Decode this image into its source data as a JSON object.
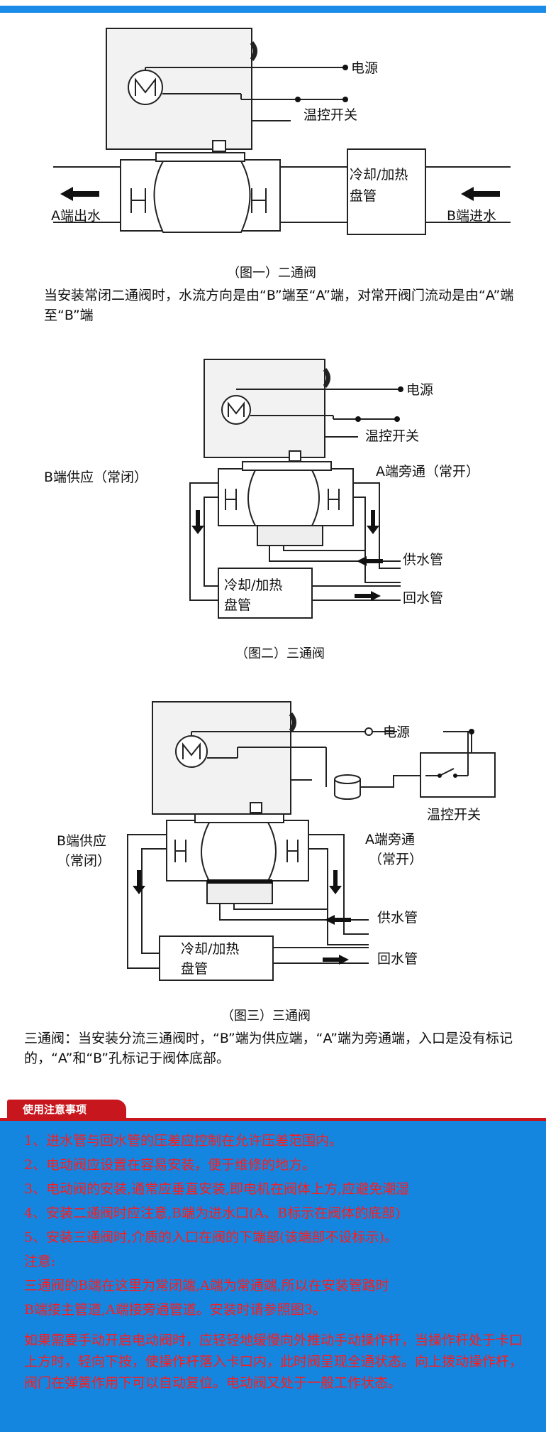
{
  "fig1": {
    "label_power": "电源",
    "label_thermostat": "温控开关",
    "label_coil_line1": "冷却/加热",
    "label_coil_line2": "盘管",
    "label_a_out": "A端出水",
    "label_b_in": "B端进水",
    "caption": "（图一）二通阀",
    "description": "当安装常闭二通阀时，水流方向是由“B”端至“A”端，对常开阀门流动是由“A”端至“B”端"
  },
  "fig2": {
    "label_power": "电源",
    "label_thermostat": "温控开关",
    "label_b_supply": "B端供应（常闭）",
    "label_a_bypass": "A端旁通（常开）",
    "label_supply_pipe": "供水管",
    "label_return_pipe": "回水管",
    "label_coil_line1": "冷却/加热",
    "label_coil_line2": "盘管",
    "caption": "（图二）三通阀"
  },
  "fig3": {
    "label_power": "电源",
    "label_thermostat": "温控开关",
    "label_b_supply_line1": "B端供应",
    "label_b_supply_line2": "（常闭）",
    "label_a_bypass_line1": "A端旁通",
    "label_a_bypass_line2": "（常开）",
    "label_supply_pipe": "供水管",
    "label_return_pipe": "回水管",
    "label_coil_line1": "冷却/加热",
    "label_coil_line2": "盘管",
    "caption": "（图三）三通阀",
    "description": "三通阀：当安装分流三通阀时，“B”端为供应端，“A”端为旁通端，入口是没有标记的，“A”和“B”孔标记于阀体底部。"
  },
  "notice": {
    "title": "使用注意事项",
    "items": [
      "1、进水管与回水管的压差应控制在允许压差范围内。",
      "2、电动阀应设置在容易安装，便于维修的地方。",
      "3、电动阀的安装,通常应垂直安装,即电机在阀体上方,应避免潮湿",
      "4、安装二通阀时应注意,B端为进水口(A、B标示在阀体的底部)",
      "5、安装三通阀时,介质的入口在阀的下端部(该端部不设标示)。"
    ],
    "note_title": "注意:",
    "note_line1": "三通阀的B端在这里为常闭端,A端为常通端,所以在安装管路时",
    "note_line2": "B端接主管道,A端接旁通管道。安装时请参照图3。",
    "manual_paragraph": "如果需要手动开启电动阀时，应轻轻地缓慢向外推动手动操作杆，当操作杆处于卡口上方时，轻向下按，使操作杆落入卡口内，此时阀呈现全通状态。向上拨动操作杆，阀门在弹簧作用下可以自动复位。电动阀又处于一般工作状态。"
  }
}
